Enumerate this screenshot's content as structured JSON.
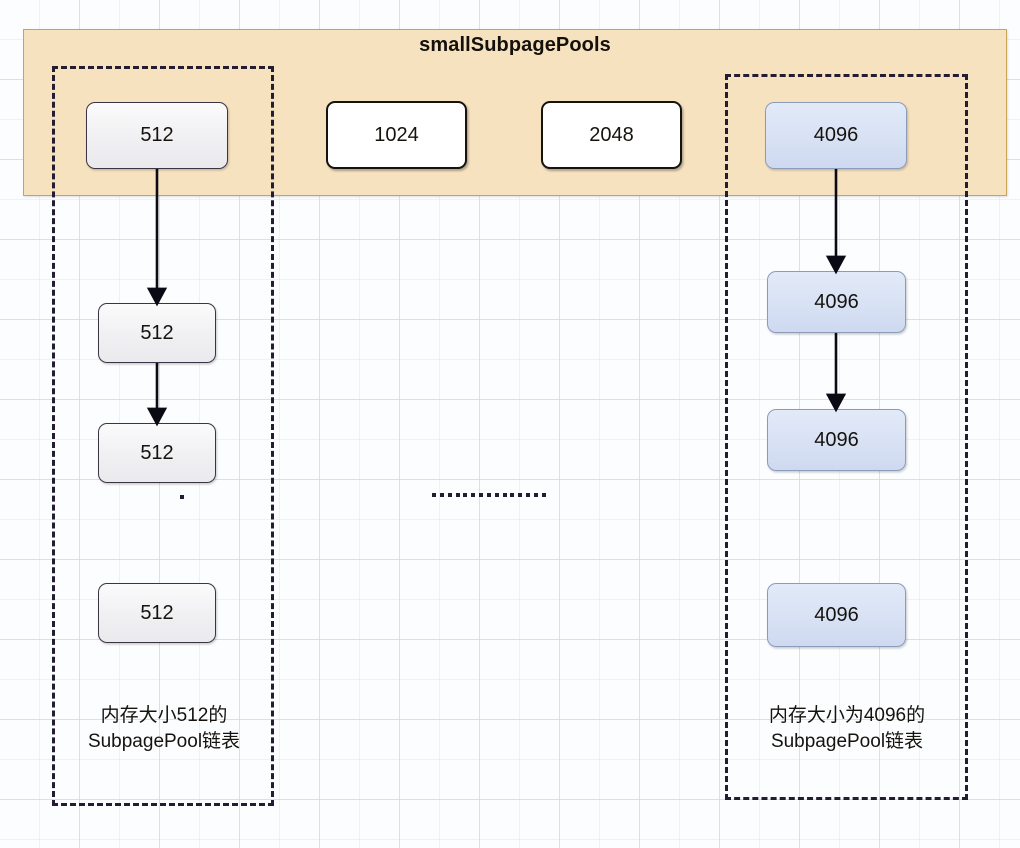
{
  "banner": {
    "title": "smallSubpagePools",
    "fill_color": "#f7e2c0",
    "border_color": "#c8a45a"
  },
  "header_nodes": [
    {
      "label": "512",
      "style": "gray"
    },
    {
      "label": "1024",
      "style": "white"
    },
    {
      "label": "2048",
      "style": "white"
    },
    {
      "label": "4096",
      "style": "blue"
    }
  ],
  "chains": {
    "left": {
      "group_name": "subpage-pool-512",
      "caption": "内存大小512的\nSubpagePool链表",
      "node_color": "#f0f0f2",
      "nodes": [
        {
          "label": "512"
        },
        {
          "label": "512"
        },
        {
          "label": "512"
        },
        {
          "label": "512"
        }
      ]
    },
    "right": {
      "group_name": "subpage-pool-4096",
      "caption": "内存大小为4096的\nSubpagePool链表",
      "node_color": "#d7e1f4",
      "nodes": [
        {
          "label": "4096"
        },
        {
          "label": "4096"
        },
        {
          "label": "4096"
        },
        {
          "label": "4096"
        }
      ]
    }
  },
  "ellipsis": {
    "center_label": "··············",
    "left_label": "·"
  }
}
